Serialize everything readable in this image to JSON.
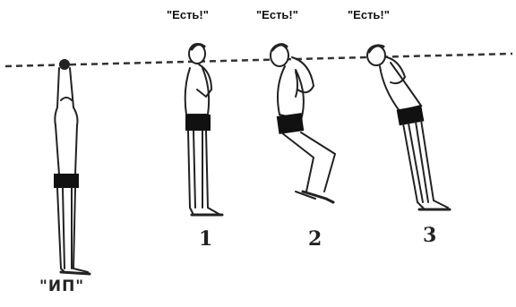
{
  "captions": [
    "\"Есть!\"",
    "\"Есть!\"",
    "\"Есть!\""
  ],
  "step_numbers": [
    "1",
    "2",
    "3"
  ],
  "start_label": "\"ИП\"",
  "figures": [
    {
      "id": "start-position",
      "icon": "hanging-figure"
    },
    {
      "id": "figure-1",
      "icon": "chin-over-bar-figure"
    },
    {
      "id": "figure-2",
      "icon": "chin-over-bar-legs-bent-figure"
    },
    {
      "id": "figure-3",
      "icon": "chin-over-bar-leaning-figure"
    }
  ]
}
